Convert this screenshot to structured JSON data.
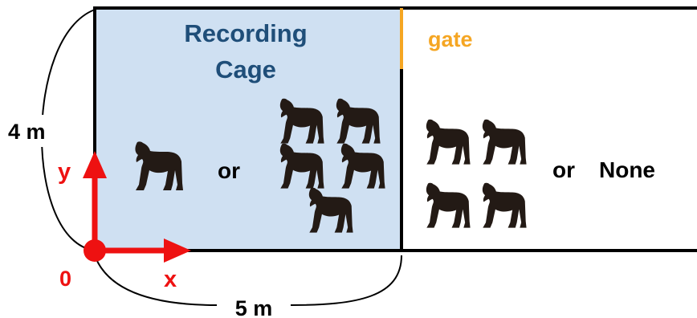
{
  "diagram": {
    "cage_title_line1": "Recording",
    "cage_title_line2": "Cage",
    "gate_label": "gate",
    "height_label": "4 m",
    "width_label": "5 m",
    "origin_label": "0",
    "x_axis_label": "x",
    "y_axis_label": "y",
    "or_label_cage": "or",
    "or_label_right": "or",
    "none_label": "None"
  },
  "colors": {
    "cage_fill": "#cfe0f2",
    "title_blue": "#1f4e79",
    "gate_orange": "#f5a623",
    "axis_red": "#ee1111",
    "monkey": "#231a15",
    "line": "#000000"
  },
  "icons": {
    "monkey": "monkey-silhouette-icon"
  }
}
